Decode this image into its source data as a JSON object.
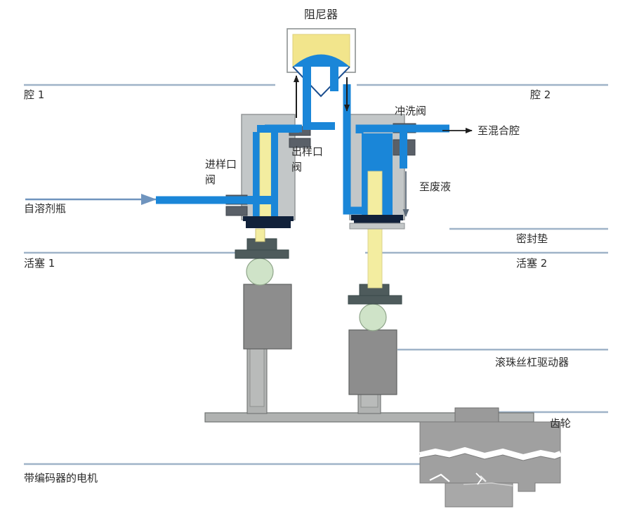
{
  "diagram": {
    "title": "阻尼器",
    "type": "hplc-dual-piston-pump-schematic",
    "background_color": "#ffffff"
  },
  "colors": {
    "tube_blue": "#1a86d8",
    "liquid_blue": "#1a86d8",
    "damper_yellow": "#f2e58c",
    "piston_yellow": "#f3eda0",
    "cylinder_gray": "#c3c7c8",
    "body_gray": "#8d8d8d",
    "column_gray": "#b0b2b1",
    "valve_dark": "#5a6068",
    "gasket_navy": "#11213a",
    "ball_green": "#cfe3c8",
    "leader_line": "#9fb3c8",
    "text": "#2b2b2b",
    "arrow_black": "#1d1d1d",
    "motor_gray": "#a0a0a0"
  },
  "labels": {
    "damper": "阻尼器",
    "chamber_1": "腔 1",
    "chamber_2": "腔 2",
    "inlet_valve_line1": "进样口",
    "inlet_valve_line2": "阀",
    "outlet_valve_line1": "出样口",
    "outlet_valve_line2": "阀",
    "flush_valve": "冲洗阀",
    "from_solvent_bottle": "自溶剂瓶",
    "to_mixing_chamber": "至混合腔",
    "to_waste": "至废液",
    "seal_gasket": "密封垫",
    "piston_1": "活塞 1",
    "piston_2": "活塞 2",
    "ball_screw_driver": "滚珠丝杠驱动器",
    "gear": "齿轮",
    "motor_with_encoder": "带编码器的电机"
  },
  "flow_arrows": {
    "up_from_chamber1": "up",
    "down_to_chamber2": "down",
    "inlet_direction": "right",
    "to_mixing_direction": "right",
    "to_waste_direction": "down"
  }
}
